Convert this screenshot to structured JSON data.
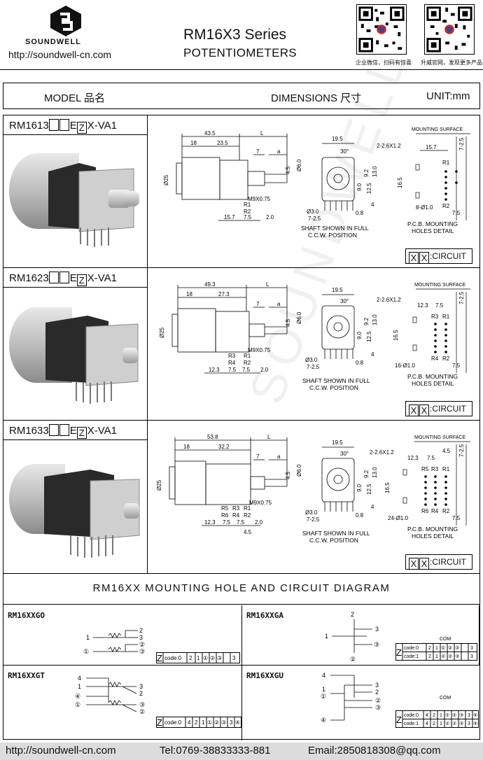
{
  "header": {
    "brand": "SOUNDWELL",
    "url": "http://soundwell-cn.com",
    "series": "RM16X3 Series",
    "subtitle": "POTENTIOMETERS",
    "qr_caption_1": "企业微信，扫码有惊喜",
    "qr_caption_2": "升威官网，发现更多产品"
  },
  "columns": {
    "model": "MODEL 品名",
    "dimensions": "DIMENSIONS 尺寸",
    "unit": "UNIT:mm"
  },
  "sections": [
    {
      "model_prefix": "RM1613",
      "model_mid": "E",
      "model_z": "Z",
      "model_suffix": "X-VA1",
      "circuit": ":CIRCUIT",
      "dims": {
        "total": "43.5",
        "a": "18",
        "b": "23.5",
        "L": "L",
        "seven": "7",
        "a_lbl": "a",
        "d25": "Ø25",
        "d45": "4.5",
        "d6": "Ø6.0",
        "m9": "M9X0.75",
        "r1": "R1",
        "r2": "R2",
        "b1": "15.7",
        "b2": "7.5",
        "b3": "2.0",
        "w": "19.5",
        "ang": "30°",
        "d3": "Ø3.0",
        "p72": "7-2.5",
        "p08": "0.8",
        "h1": "13.0",
        "h2": "9.2",
        "h3": "9.0",
        "h4": "12.5",
        "h5": "4",
        "mnt": "MOUNTING SURFACE",
        "holes": "2-2.6X1.2",
        "m157": "15.7",
        "m72": "7-2.5",
        "m165": "16.5",
        "mr1": "R1",
        "mr2": "R2",
        "pins": "8-Ø1.0",
        "m75": "7.5",
        "shaft1": "SHAFT SHOWN IN FULL",
        "shaft2": "C.C.W. POSITION",
        "pcb1": "P.C.B. MOUNTING",
        "pcb2": "HOLES DETAIL"
      }
    },
    {
      "model_prefix": "RM1623",
      "model_mid": "E",
      "model_z": "Z",
      "model_suffix": "X-VA1",
      "circuit": ":CIRCUIT",
      "dims": {
        "total": "49.3",
        "a": "18",
        "b": "27.3",
        "L": "L",
        "seven": "7",
        "a_lbl": "a",
        "d25": "Ø25",
        "d45": "4.5",
        "d6": "Ø6.0",
        "m9": "M9X0.75",
        "r3": "R3",
        "r1": "R1",
        "r4": "R4",
        "r2": "R2",
        "b1": "12.3",
        "b2": "7.5",
        "b2b": "7.5",
        "b3": "2.0",
        "w": "19.5",
        "ang": "30°",
        "d3": "Ø3.0",
        "p72": "7-2.5",
        "p08": "0.8",
        "h1": "13.0",
        "h2": "9.2",
        "h3": "9.0",
        "h4": "12.5",
        "h5": "4",
        "mnt": "MOUNTING SURFACE",
        "holes": "2-2.6X1.2",
        "m123": "12.3",
        "m75a": "7.5",
        "m72": "7-2.5",
        "m165": "16.5",
        "mr3": "R3",
        "mr1": "R1",
        "mr4": "R4",
        "mr2": "R2",
        "pins": "16-Ø1.0",
        "m75": "7.5",
        "shaft1": "SHAFT SHOWN IN FULL",
        "shaft2": "C.C.W. POSITION",
        "pcb1": "P.C.B. MOUNTING",
        "pcb2": "HOLES DETAIL"
      }
    },
    {
      "model_prefix": "RM1633",
      "model_mid": "E",
      "model_z": "Z",
      "model_suffix": "X-VA1",
      "circuit": ":CIRCUIT",
      "dims": {
        "total": "53.8",
        "a": "18",
        "b": "32.2",
        "L": "L",
        "seven": "7",
        "a_lbl": "a",
        "d25": "Ø25",
        "d45": "4.5",
        "d6": "Ø6.0",
        "m9": "M9X0.75",
        "r5": "R5",
        "r3": "R3",
        "r1": "R1",
        "r6": "R6",
        "r4": "R4",
        "r2": "R2",
        "b1": "12.3",
        "b2": "7.5",
        "b2b": "7.5",
        "b3": "2.0",
        "b4": "4.5",
        "w": "19.5",
        "ang": "30°",
        "d3": "Ø3.0",
        "p72": "7-2.5",
        "p08": "0.8",
        "h1": "13.0",
        "h2": "9.2",
        "h3": "9.0",
        "h4": "12.5",
        "h5": "4",
        "mnt": "MOUNTING SURFACE",
        "holes": "2-2.6X1.2",
        "m123": "12.3",
        "m75a": "7.5",
        "m45": "4.5",
        "m72": "7-2.5",
        "m165": "16.5",
        "mr5": "R5",
        "mr3": "R3",
        "mr1": "R1",
        "mr6": "R6",
        "mr4": "R4",
        "mr2": "R2",
        "pins": "24-Ø1.0",
        "m75": "7.5",
        "shaft1": "SHAFT SHOWN IN FULL",
        "shaft2": "C.C.W. POSITION",
        "pcb1": "P.C.B. MOUNTING",
        "pcb2": "HOLES DETAIL"
      }
    }
  ],
  "diagram": {
    "title": "RM16XX MOUNTING HOLE AND CIRCUIT DIAGRAM",
    "cells": [
      {
        "label": "RM16XXGO",
        "z": "Z",
        "row1": "code:0",
        "row1_vals": [
          "2",
          "1",
          "①",
          "②",
          "③",
          "3"
        ]
      },
      {
        "label": "RM16XXGA",
        "z": "Z",
        "com": "COM",
        "row1": "code:0",
        "row2": "code:1",
        "row1_vals": [
          "2",
          "1",
          "①",
          "②",
          "③",
          "3"
        ],
        "row2_vals": [
          "2",
          "1",
          "②",
          "②",
          "③",
          "3"
        ]
      },
      {
        "label": "RM16XXGT",
        "z": "Z",
        "row1": "code:0",
        "row1_vals": [
          "4",
          "2",
          "1",
          "①",
          "②",
          "③",
          "3",
          "④"
        ]
      },
      {
        "label": "RM16XXGU",
        "z": "Z",
        "com": "COM",
        "row1": "code:0",
        "row2": "code:1",
        "row1_vals": [
          "4",
          "2",
          "1",
          "①",
          "②",
          "③",
          "3",
          "④"
        ],
        "row2_vals": [
          "4",
          "2",
          "1",
          "②",
          "②",
          "③",
          "3",
          "④"
        ]
      }
    ],
    "pins": {
      "p1": "1",
      "p2": "2",
      "p3": "3",
      "c1": "①",
      "c2": "②",
      "c3": "③",
      "p4": "4",
      "c4": "④"
    }
  },
  "watermark": "SOUNDWELL",
  "footer": {
    "url": "http://soundwell-cn.com",
    "tel": "Tel:0769-38833333-881",
    "email": "Email:2850818308@qq.com"
  }
}
